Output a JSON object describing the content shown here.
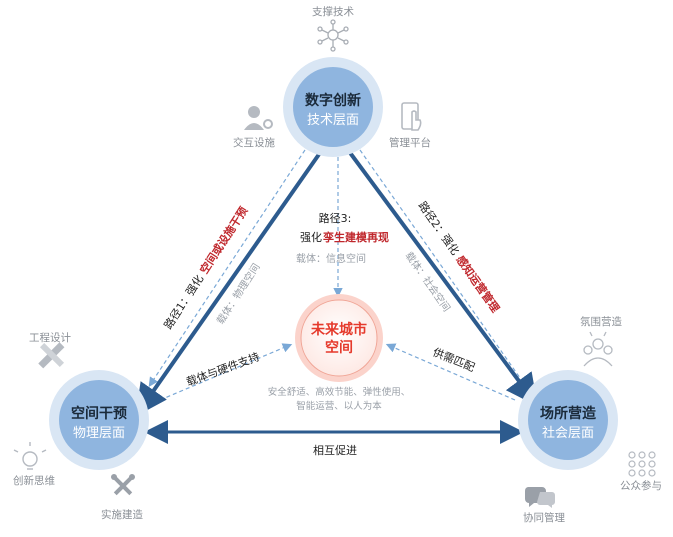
{
  "nodes": {
    "top": {
      "title": "数字创新",
      "subtitle": "技术层面"
    },
    "left": {
      "title": "空间干预",
      "subtitle": "物理层面"
    },
    "right": {
      "title": "场所营造",
      "subtitle": "社会层面"
    },
    "center": {
      "line1": "未来城市",
      "line2": "空间"
    }
  },
  "icons": {
    "top_support": "支撑技术",
    "top_interaction": "交互设施",
    "top_platform": "管理平台",
    "left_design": "工程设计",
    "left_thinking": "创新思维",
    "left_build": "实施建造",
    "right_atmosphere": "氛围营造",
    "right_public": "公众参与",
    "right_collab": "协同管理"
  },
  "paths": {
    "path1_prefix": "路径1：强化",
    "path1_red": "空间或设施干预",
    "path1_carrier": "载体：物理空间",
    "path2_prefix": "路径2：强化",
    "path2_red": "感知运营管理",
    "path2_carrier": "载体：社会空间",
    "path3_line1": "路径3:",
    "path3_prefix": "强化",
    "path3_red": "孪生建模再现",
    "path3_carrier": "载体：信息空间"
  },
  "flows": {
    "left_center": "载体与硬件支持",
    "right_center": "供需匹配",
    "bottom": "相互促进"
  },
  "center_caption": {
    "line1": "安全舒适、高效节能、弹性使用、",
    "line2": "智能运营、以人为本"
  },
  "colors": {
    "node_fill": "#8fb5df",
    "node_ring": "#d9e6f4",
    "edge": "#2d5b8e",
    "dashed": "#7aa8d6",
    "accent_red": "#e53a2c"
  }
}
